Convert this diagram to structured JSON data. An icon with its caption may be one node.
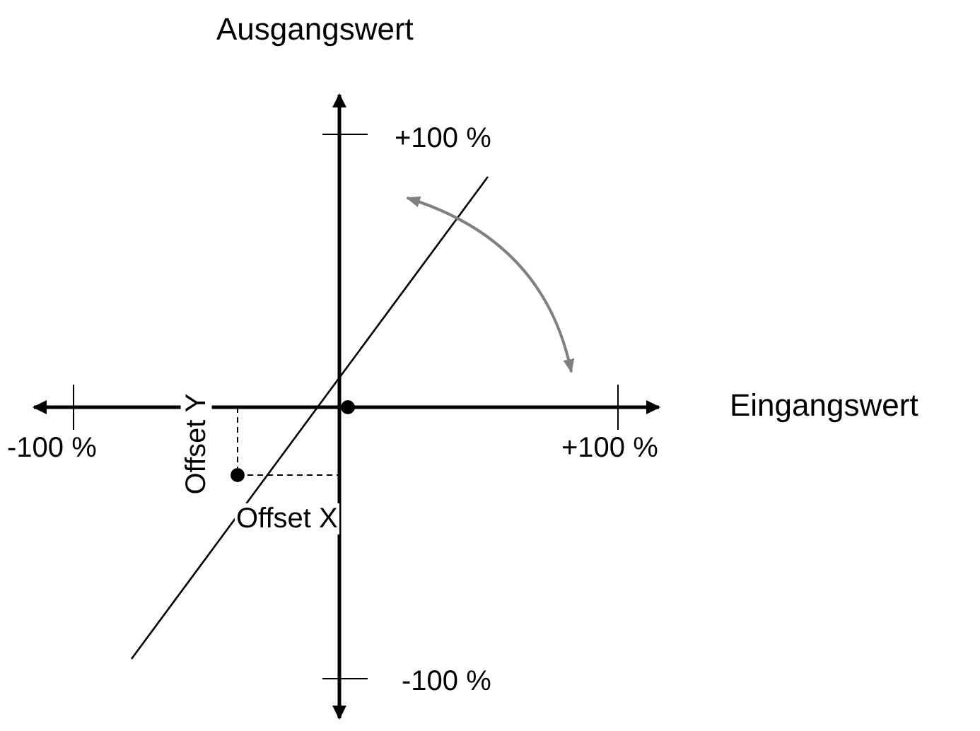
{
  "diagram": {
    "labels": [
      "Ausgangswert",
      "+100 %",
      "Eingangswert",
      "-100 %",
      "+100 %",
      "Offset Y",
      "Offset X",
      "-100 %"
    ]
  }
}
